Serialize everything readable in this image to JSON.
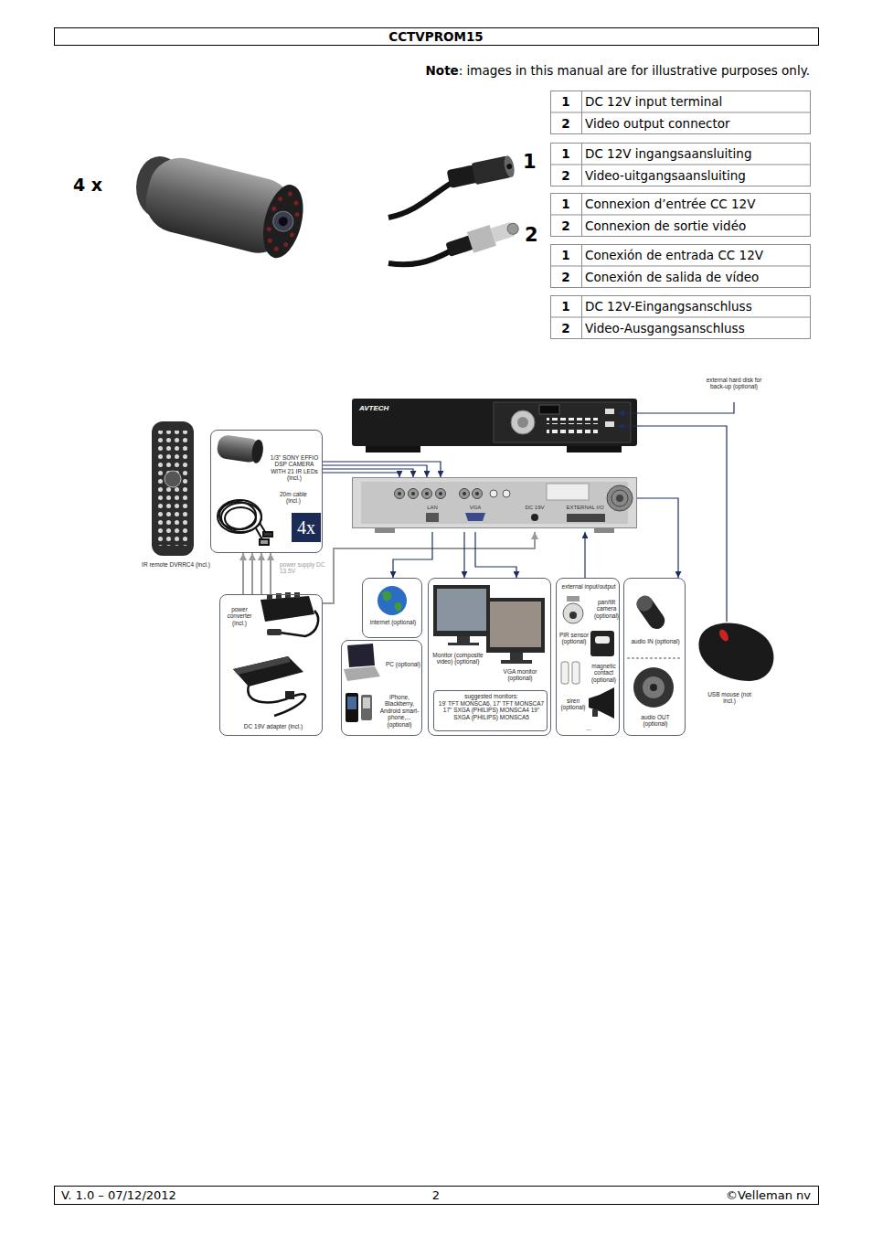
{
  "diagram": {
    "title": "CCTVPROM15",
    "nodes": [
      {
        "text": [
          "AVTECH"
        ]
      },
      {
        "text": [
          "LAN",
          "VGA",
          "EXTERNAL I/O",
          "DC 19V"
        ]
      },
      {
        "text": [
          "1/3\" SONY EFFIO DSP CAMERA WITH 21 IR LEDs (incl.)",
          "20m cable (incl.)",
          "4x"
        ]
      },
      {
        "text": [
          "power converter (incl.)",
          "DC 19V adapter (incl.)"
        ]
      },
      {
        "text": [
          "internet (optional)"
        ]
      },
      {
        "text": [
          "PC (optional)",
          "iPhone, Blackberry, Android smart-phone,... (optional)"
        ]
      },
      {
        "text": [
          "Monitor (composite video) (optional)",
          "VGA monitor (optional)"
        ]
      },
      {
        "text": [
          "suggested monitors:",
          "19' TFT MONSCA6, 17' TFT MONSCA7 17\" SXGA (PHILIPS) MONSCA4 19\" SXGA (PHILIPS) MONSCA5"
        ],
        "in": 6
      },
      {
        "text": [
          "external input/output",
          "pan/tilt camera (optional)",
          "PIR sensor (optional)",
          "magnetic contact (optional)",
          "siren (optional)",
          "..."
        ]
      },
      {
        "text": [
          "audio IN (optional)",
          "audio OUT (optional)"
        ]
      }
    ],
    "edges": [
      {
        "from": 2,
        "to": 1,
        "arrow": "to"
      },
      {
        "from": 2,
        "to": 1,
        "arrow": "to"
      },
      {
        "from": 2,
        "to": 1,
        "arrow": "to"
      },
      {
        "from": 2,
        "to": 1,
        "arrow": "to"
      },
      {
        "from": 3,
        "to": 2,
        "arrow": "to"
      },
      {
        "from": 3,
        "to": 2,
        "arrow": "to"
      },
      {
        "from": 3,
        "to": 2,
        "arrow": "to"
      },
      {
        "from": 3,
        "to": 2,
        "arrow": "to"
      },
      {
        "from": 3,
        "to": 1,
        "arrow": "to"
      },
      {
        "from": 1,
        "to": 4,
        "arrow": "to"
      },
      {
        "from": 1,
        "to": 6,
        "arrow": "to"
      },
      {
        "from": 1,
        "to": 6,
        "arrow": "to"
      },
      {
        "from": 8,
        "to": 1,
        "arrow": "to"
      },
      {
        "from": 1,
        "to": 9,
        "arrow": "to"
      }
    ],
    "labels": [
      "Note",
      ": images in this manual are for illustrative purposes only.",
      "4 x",
      "1",
      "2",
      "1",
      "DC 12V input terminal",
      "2",
      "Video output connector",
      "1",
      "DC 12V ingangsaansluiting",
      "2",
      "Video-uitgangsaansluiting",
      "1",
      "Connexion d’entrée CC 12V",
      "2",
      "Connexion de sortie vidéo",
      "1",
      "Conexión de entrada CC 12V",
      "2",
      "Conexión de salida de vídeo",
      "1",
      "DC 12V-Eingangsanschluss",
      "2",
      "Video-Ausgangsanschluss",
      "external hard disk for back-up (optional)",
      "IR remote DVRRC4 (incl.)",
      "power supply DC 13.5V",
      "USB mouse (not incl.)",
      "V. 1.0 – 07/12/2012",
      "2",
      "©Velleman nv"
    ]
  }
}
